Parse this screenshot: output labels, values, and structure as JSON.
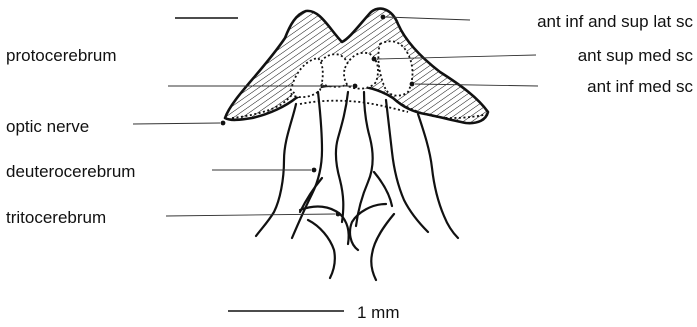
{
  "labels": {
    "ant_inf_sup_lat_sc": "ant inf and sup lat sc",
    "ant_sup_med_sc": "ant sup med sc",
    "ant_inf_med_sc": "ant inf med sc",
    "protocerebrum": "protocerebrum",
    "optic_nerve": "optic nerve",
    "deuterocerebrum": "deuterocerebrum",
    "tritocerebrum": "tritocerebrum"
  },
  "scale_bar": {
    "label": "1 mm"
  }
}
